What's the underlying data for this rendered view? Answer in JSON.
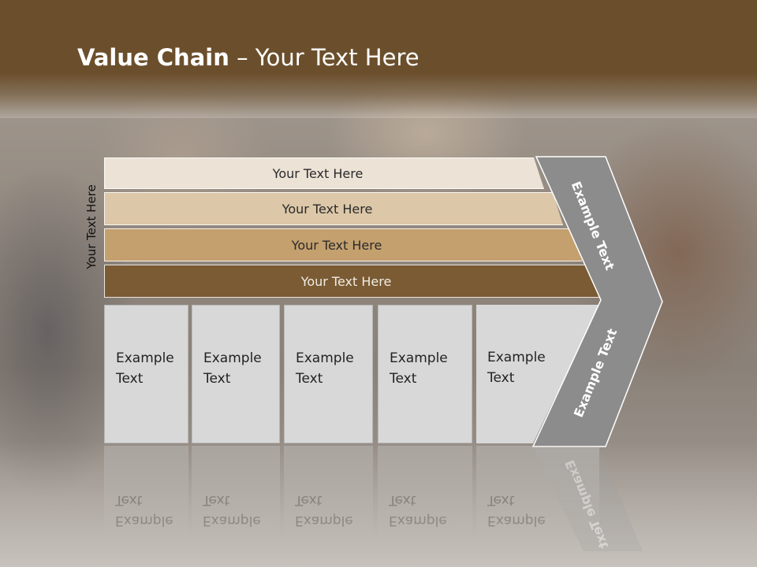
{
  "slide": {
    "title_bold": "Value Chain",
    "title_rest": " – Your Text Here",
    "side_label": "Your Text Here"
  },
  "bands": [
    {
      "label": "Your Text Here",
      "color": "#ece2d6"
    },
    {
      "label": "Your Text Here",
      "color": "#dcc7a8"
    },
    {
      "label": "Your Text Here",
      "color": "#c4a06e"
    },
    {
      "label": "Your Text Here",
      "color": "#7a5b34"
    }
  ],
  "boxes": [
    {
      "line1": "Example",
      "line2": "Text"
    },
    {
      "line1": "Example",
      "line2": "Text"
    },
    {
      "line1": "Example",
      "line2": "Text"
    },
    {
      "line1": "Example",
      "line2": "Text"
    },
    {
      "line1": "Example",
      "line2": "Text"
    }
  ],
  "chevron": {
    "upper_label": "Example Text",
    "lower_label": "Example Text",
    "color": "#8c8c8c"
  },
  "theme": {
    "title_bar_color": "#6b4f2c",
    "box_color": "#d8d8d8"
  }
}
